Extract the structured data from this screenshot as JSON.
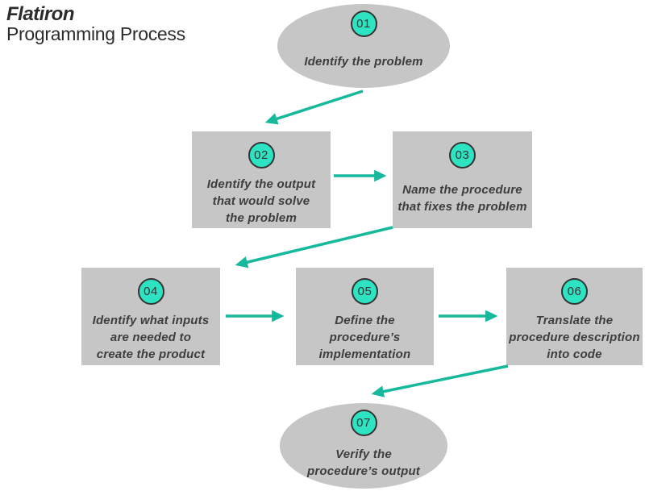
{
  "header": {
    "brand": "Flatiron",
    "subtitle": "Programming Process"
  },
  "colors": {
    "background": "#ffffff",
    "shape_gray": "#c6c6c6",
    "badge_teal": "#2de3c2",
    "badge_border": "#333333",
    "arrow_teal": "#17b99c",
    "step_text": "#3d3d3d",
    "logo_text": "#2b2b2b"
  },
  "steps": [
    {
      "number": "01",
      "shape": "ellipse",
      "lines": [
        "Identify the problem"
      ]
    },
    {
      "number": "02",
      "shape": "rectangle",
      "lines": [
        "Identify the output",
        "that would solve",
        "the problem"
      ]
    },
    {
      "number": "03",
      "shape": "rectangle",
      "lines": [
        "Name the procedure",
        "that fixes the problem"
      ]
    },
    {
      "number": "04",
      "shape": "rectangle",
      "lines": [
        "Identify what inputs",
        "are needed to",
        "create the product"
      ]
    },
    {
      "number": "05",
      "shape": "rectangle",
      "lines": [
        "Define the",
        "procedure’s",
        "implementation"
      ]
    },
    {
      "number": "06",
      "shape": "rectangle",
      "lines": [
        "Translate the",
        "procedure description",
        "into code"
      ]
    },
    {
      "number": "07",
      "shape": "ellipse",
      "lines": [
        "Verify the",
        "procedure’s output"
      ]
    }
  ],
  "connections": [
    {
      "from": "01",
      "to": "02"
    },
    {
      "from": "02",
      "to": "03"
    },
    {
      "from": "03",
      "to": "04"
    },
    {
      "from": "04",
      "to": "05"
    },
    {
      "from": "05",
      "to": "06"
    },
    {
      "from": "06",
      "to": "07"
    }
  ]
}
